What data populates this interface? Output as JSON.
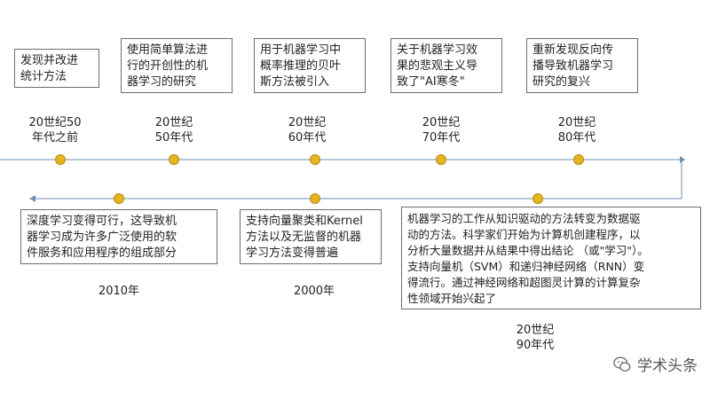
{
  "colors": {
    "line": "#6e8fb8",
    "dot": "#e6b422",
    "box_border": "#6d6d6d"
  },
  "events": [
    {
      "label": "20世纪50\n年代之前",
      "description": "发现并改进\n统计方法"
    },
    {
      "label": "20世纪\n50年代",
      "description": "使用简单算法进\n行的开创性的机\n器学习的研究"
    },
    {
      "label": "20世纪\n60年代",
      "description": "用于机器学习中\n概率推理的贝叶\n斯方法被引入"
    },
    {
      "label": "20世纪\n70年代",
      "description": "关于机器学习效\n果的悲观主义导\n致了\"AI寒冬\""
    },
    {
      "label": "20世纪\n80年代",
      "description": "重新发现反向传\n播导致机器学习\n研究的复兴"
    },
    {
      "label": "20世纪\n90年代",
      "description": "机器学习的工作从知识驱动的方法转变为数据驱\n动的方法。科学家们开始为计算机创建程序，以\n分析大量数据并从结果中得出结论 （或\"学习\"）。\n支持向量机（SVM）和递归神经网络（RNN）变\n得流行。通过神经网络和超图灵计算的计算复杂\n性领域开始兴起了"
    },
    {
      "label": "2000年",
      "description": "支持向量聚类和Kernel\n方法以及无监督的机器\n学习方法变得普遍"
    },
    {
      "label": "2010年",
      "description": "深度学习变得可行，这导致机\n器学习成为许多广泛使用的软\n件服务和应用程序的组成部分"
    }
  ],
  "watermark": {
    "text": "学术头条",
    "icon": "wechat-bubble-icon"
  }
}
